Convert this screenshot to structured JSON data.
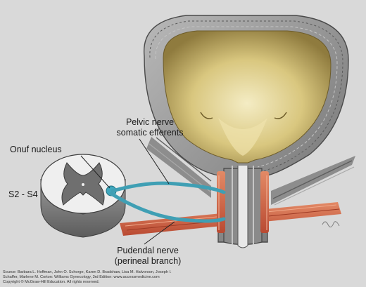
{
  "labels": {
    "pelvic_nerve_line1": "Pelvic nerve",
    "pelvic_nerve_line2": "somatic efferents",
    "onuf_nucleus": "Onuf nucleus",
    "spinal_level": "S2 - S4",
    "pudendal_line1": "Pudendal nerve",
    "pudendal_line2": "(perineal branch)"
  },
  "source": {
    "line1": "Source: Barbara L. Hoffman, John O. Schorge, Karen D. Bradshaw, Lisa M. Halvorson, Joseph I.",
    "line2": "Schaffer, Marlene M. Corton: Williams Gynecology, 3rd Edition: www.accessmedicine.com",
    "line3": "Copyright © McGraw-Hill Education. All rights reserved."
  },
  "colors": {
    "background": "#d9d9d9",
    "bladder_wall": "#9a9a9a",
    "bladder_lumen": "#c8b46a",
    "muscle": "#d96a4a",
    "nerve": "#3f9fb4",
    "spinal_gray": "#7a7a7a",
    "spinal_white": "#f2f2f2"
  }
}
